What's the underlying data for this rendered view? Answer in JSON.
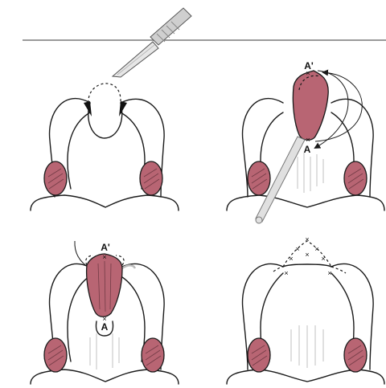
{
  "colors": {
    "flap": "#b86573",
    "ink": "#1a1a1a",
    "rule": "#9a9a9a",
    "metal": "#d9d9d9"
  },
  "labels": {
    "panel2_top": "A'",
    "panel2_bottom": "A",
    "panel3_top": "A'",
    "panel3_bottom": "A"
  },
  "icons": {
    "scalpel": "scalpel-icon",
    "probe": "probe-icon"
  }
}
